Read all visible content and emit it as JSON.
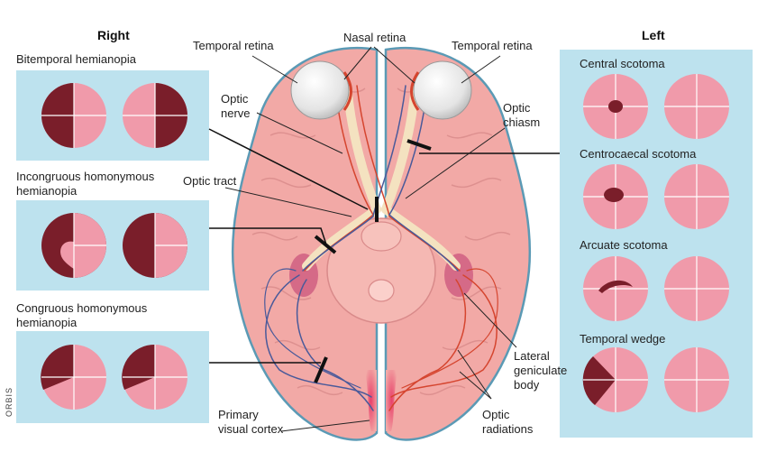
{
  "headings": {
    "right": "Right",
    "left": "Left"
  },
  "anatomy": {
    "temporal_retina_right": "Temporal retina",
    "nasal_retina": "Nasal retina",
    "temporal_retina_left": "Temporal retina",
    "optic_nerve": "Optic\nnerve",
    "optic_chiasm": "Optic\nchiasm",
    "optic_tract": "Optic tract",
    "lateral_geniculate_body": "Lateral\ngeniculate\nbody",
    "primary_visual_cortex": "Primary\nvisual cortex",
    "optic_radiations": "Optic\nradiations"
  },
  "right_panels": [
    {
      "title": "Bitemporal hemianopia"
    },
    {
      "title": "Incongruous homonymous\nhemianopia"
    },
    {
      "title": "Congruous homonymous\nhemianopia"
    }
  ],
  "left_panels": [
    {
      "title": "Central scotoma"
    },
    {
      "title": "Centrocaecal scotoma"
    },
    {
      "title": "Arcuate scotoma"
    },
    {
      "title": "Temporal wedge"
    }
  ],
  "credit": "ORBIS",
  "colors": {
    "panel_bg": "#bde2ee",
    "field_pink": "#f09aaa",
    "field_dark": "#7a1e2a",
    "brain": "#f2a9a6",
    "brain_edge": "#5b9ab5"
  }
}
